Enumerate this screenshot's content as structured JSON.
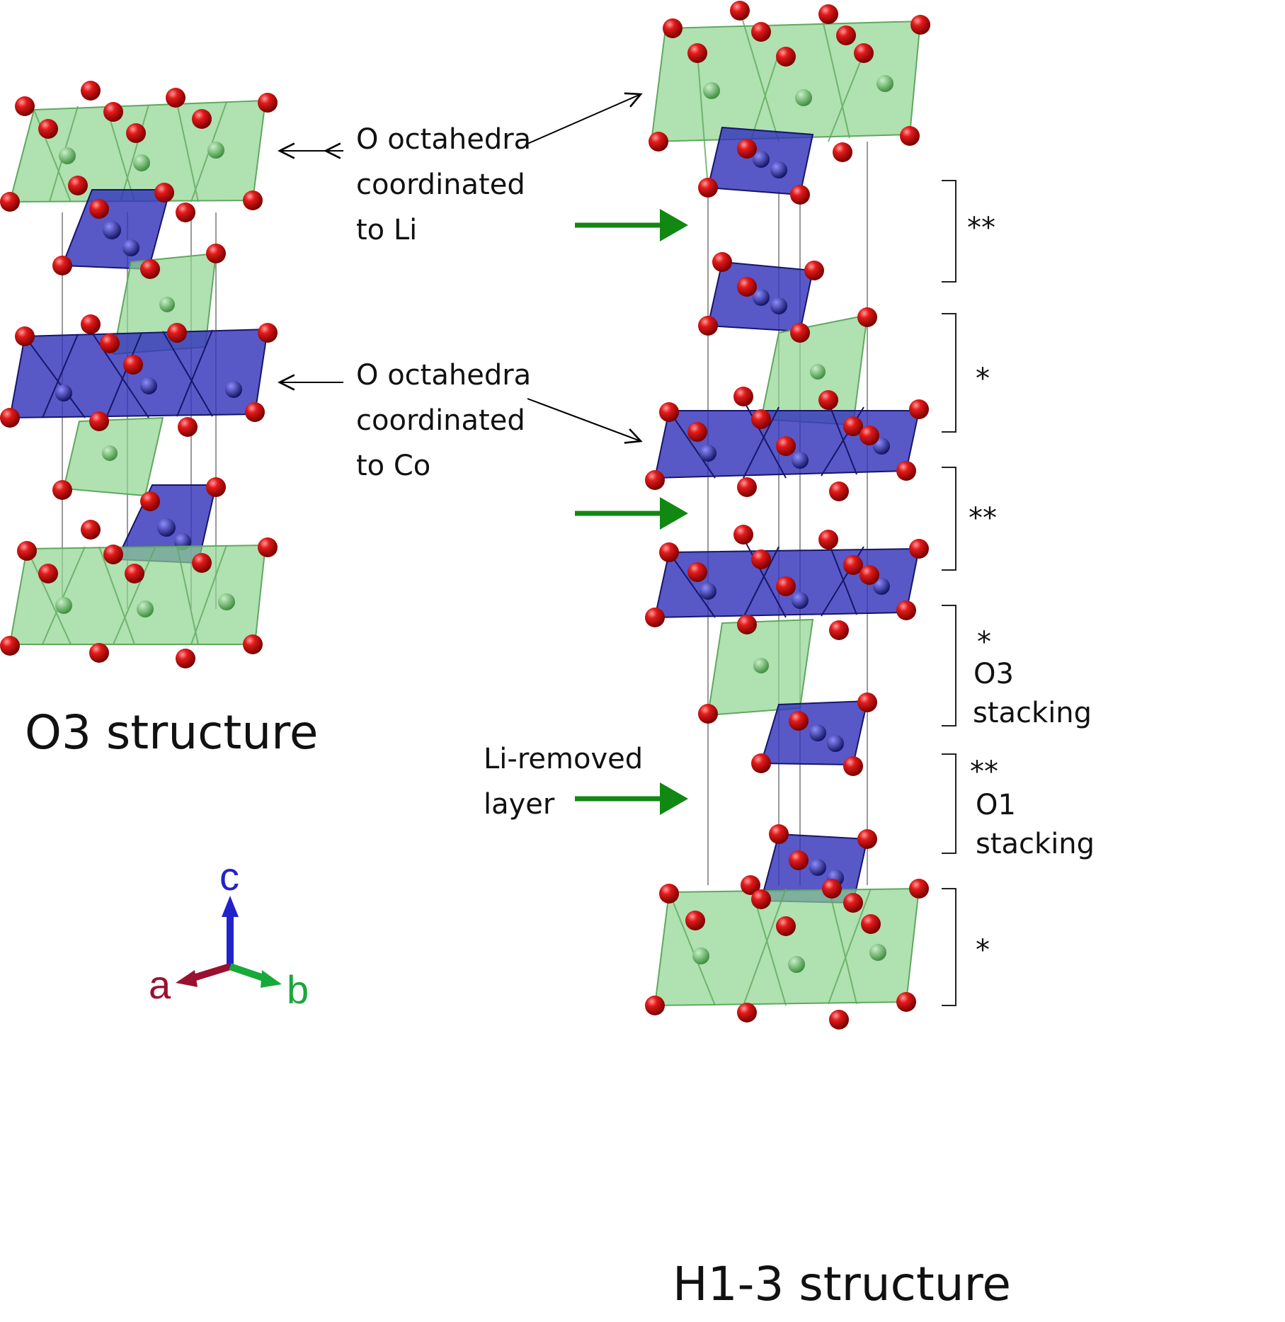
{
  "labels": {
    "o_li": [
      "O octahedra",
      "coordinated",
      "to Li"
    ],
    "o_co": [
      "O octahedra",
      "coordinated",
      "to Co"
    ],
    "li_removed": [
      "Li-removed",
      "layer"
    ],
    "o3_title": "O3 structure",
    "h13_title": "H1-3 structure"
  },
  "markers": [
    "**",
    "*",
    "**",
    "*",
    "O3",
    "stacking",
    "**",
    "O1",
    "stacking",
    "*"
  ],
  "axes": {
    "c": "c",
    "a": "a",
    "b": "b"
  },
  "colors": {
    "oxygen": "#dd1111",
    "li_octahedra": "#8ed48e",
    "co_octahedra": "#3333bb",
    "arrow_green": "#118811",
    "axis_a": "#9a1030",
    "axis_b": "#19a83a",
    "axis_c": "#2222cc"
  }
}
